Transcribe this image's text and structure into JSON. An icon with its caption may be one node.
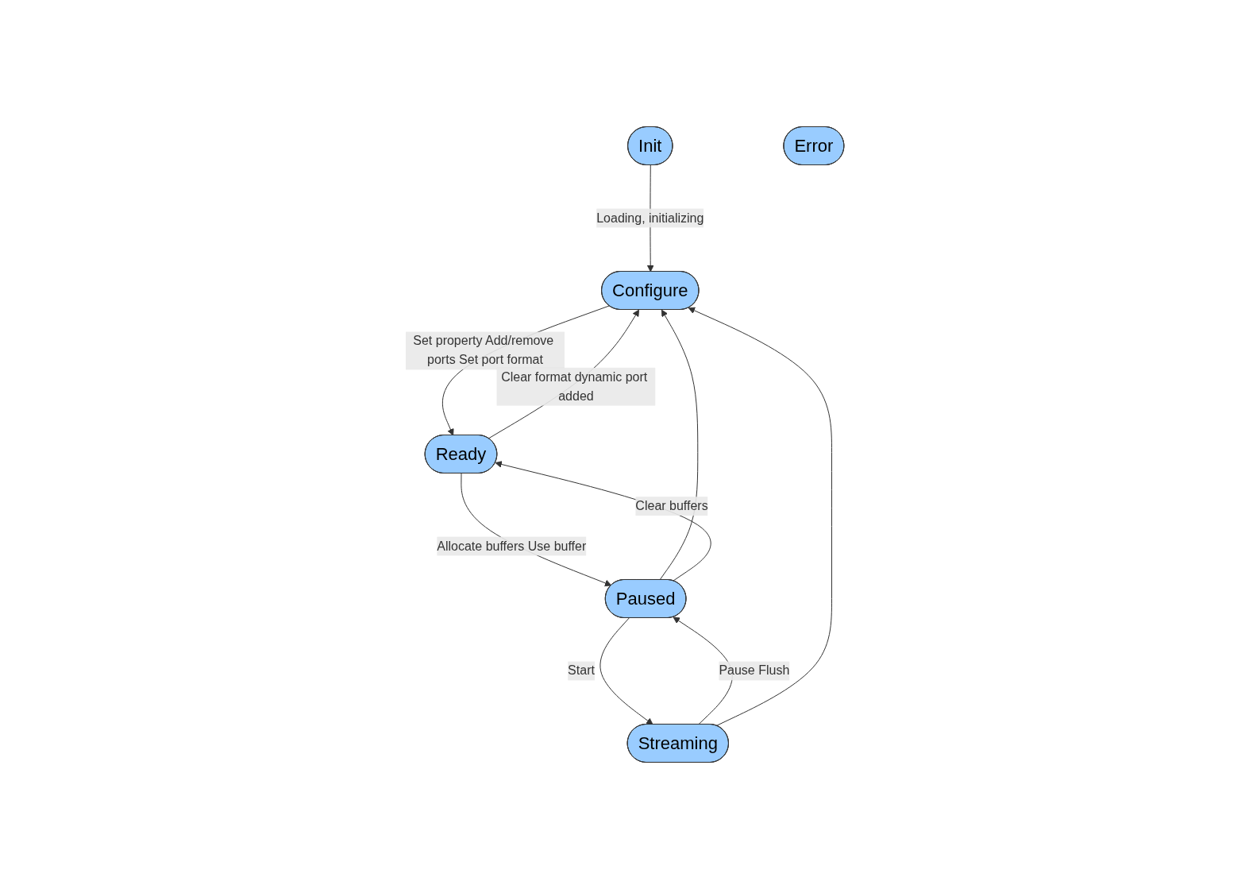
{
  "diagram": {
    "nodes": [
      {
        "text": [
          "Init"
        ]
      },
      {
        "text": [
          "Configure"
        ]
      },
      {
        "text": [
          "Ready"
        ]
      },
      {
        "text": [
          "Paused"
        ]
      },
      {
        "text": [
          "Streaming"
        ]
      },
      {
        "text": [
          "Error"
        ]
      }
    ],
    "edges": [
      {
        "from": 0,
        "to": 1,
        "arrow": "to",
        "label": "Loading, initializing"
      },
      {
        "from": 1,
        "to": 2,
        "arrow": "to",
        "label": "Set property Add/remove ports Set port format"
      },
      {
        "from": 2,
        "to": 3,
        "arrow": "to",
        "label": "Allocate buffers Use buffer"
      },
      {
        "from": 3,
        "to": 4,
        "arrow": "to",
        "label": "Start"
      },
      {
        "from": 2,
        "to": 1,
        "arrow": "to",
        "label": "Clear format dynamic port added"
      },
      {
        "from": 3,
        "to": 1,
        "arrow": "to"
      },
      {
        "from": 3,
        "to": 2,
        "arrow": "to",
        "label": "Clear buffers"
      },
      {
        "from": 4,
        "to": 3,
        "arrow": "to",
        "label": "Pause Flush"
      },
      {
        "from": 4,
        "to": 1,
        "arrow": "to"
      }
    ]
  }
}
